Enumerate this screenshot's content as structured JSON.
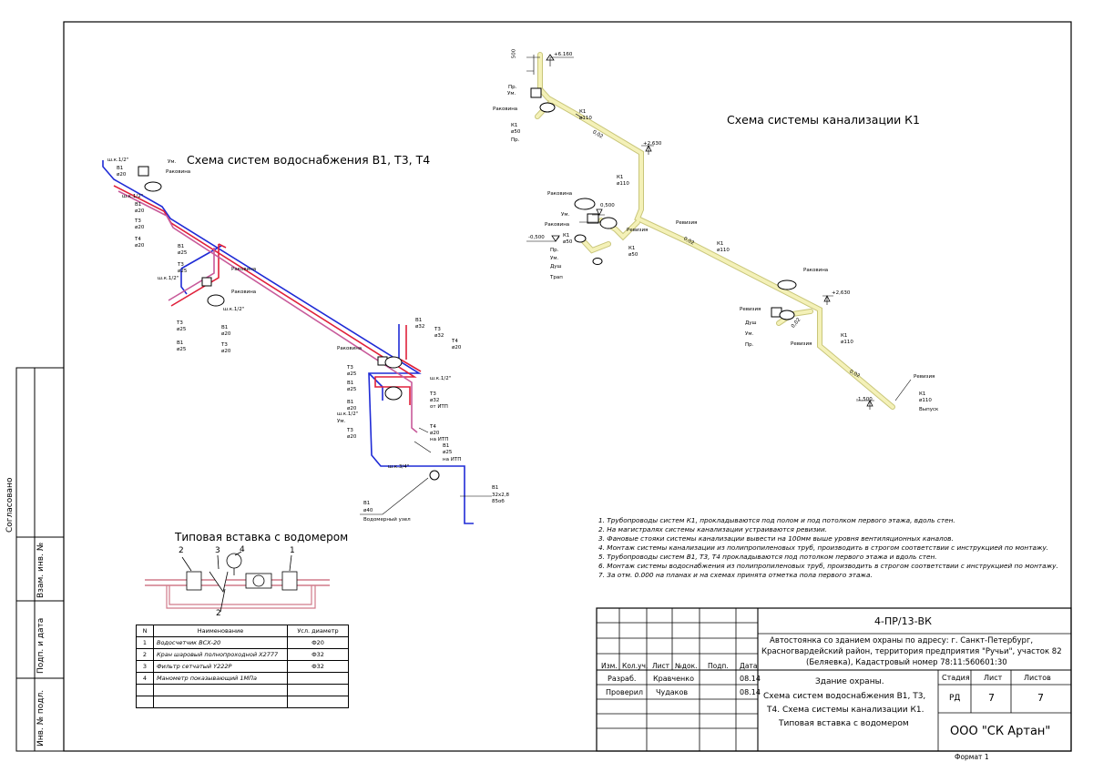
{
  "titles": {
    "water": "Схема систем водоснабжения В1, Т3, Т4",
    "sewer": "Схема системы канализации К1",
    "insert": "Типовая вставка с водомером"
  },
  "side_labels": {
    "agreed": "Согласовано",
    "replace": "Взам. инв. №",
    "sign_date": "Подп. и дата",
    "inv_orig": "Инв. № подл."
  },
  "notes": [
    "1. Трубопроводы систем К1, прокладываются под полом и под потолком первого этажа, вдоль стен.",
    "2. На магистралях системы канализации устраиваются ревизии.",
    "3. Фановые стояки системы канализации вывести на 100мм выше уровня вентиляционных каналов.",
    "4. Монтаж системы канализации из полипропиленовых труб, производить в строгом соответствии с инструкцией по монтажу.",
    "5. Трубопроводы систем В1, Т3, Т4 прокладываются под потолком первого этажа и  вдоль стен.",
    "6. Монтаж системы водоснабжения из полипропиленовых труб, производить в строгом соответствии с инструкцией по монтажу.",
    "7. За отм. 0.000 на планах и на схемах принята отметка пола первого этажа."
  ],
  "spec": {
    "headers": [
      "N",
      "Наименование",
      "Усл. диаметр"
    ],
    "rows": [
      {
        "n": "1",
        "name": "Водосчетчик ВСХ-20",
        "dia": "Ф20"
      },
      {
        "n": "2",
        "name": "Кран шаровый полнопроходной Х2777",
        "dia": "Ф32"
      },
      {
        "n": "3",
        "name": "Фильтр сетчатый Y222P",
        "dia": "Ф32"
      },
      {
        "n": "4",
        "name": "Манометр показывающий 1МПа",
        "dia": ""
      }
    ]
  },
  "insert_callouts": [
    "2",
    "3",
    "4",
    "1",
    "2"
  ],
  "stamp": {
    "code": "4-ПР/13-ВК",
    "address": [
      "Автостоянка со зданием охраны по адресу: г. Санкт-Петербург,",
      "Красногвардейский район, территория предприятия \"Ручьи\", участок 82",
      "(Беляевка), Кадастровый номер 78:11:560601:30"
    ],
    "cols": [
      "Изм.",
      "Кол.уч.",
      "Лист",
      "№док.",
      "Подп.",
      "Дата"
    ],
    "role1": "Разраб.",
    "name1": "Кравченко",
    "date1": "08.14",
    "role2": "Проверил",
    "name2": "Чудаков",
    "date2": "08.14",
    "sheet_title": [
      "Здание охраны.",
      "Схема систем водоснабжения В1, Т3,",
      "Т4. Схема системы канализации К1.",
      "Типовая вставка с водомером"
    ],
    "stage_label": "Стадия",
    "sheet_label": "Лист",
    "sheets_label": "Листов",
    "stage": "РД",
    "sheet": "7",
    "sheets": "7",
    "company": "ООО \"СК Артан\"",
    "format": "Формат 1"
  },
  "labels": {
    "lvl_6160": "+6.160",
    "lvl_2630a": "+2,630",
    "lvl_2630b": "+2,630",
    "lvl_0500": "0,500",
    "lvl_m0500": "-0,500",
    "lvl_m1500": "-1,500",
    "dim_500": "500",
    "slope": "0,02",
    "k1": "К1",
    "d110": "ø110",
    "d50": "ø50",
    "rakovina": "Раковина",
    "revizia": "Ревизия",
    "vypusk": "Выпуск",
    "b1": "В1",
    "t3": "Т3",
    "t4": "Т4",
    "d20": "ø20",
    "d25": "ø25",
    "d32": "ø32",
    "d40": "ø40",
    "shk12": "ш.к.1/2\"",
    "shk34": "ш.к.3/4\"",
    "ot_itp": "от ИТП",
    "na_itp": "на ИТП",
    "vodomer_uzel": "Водомерный узел",
    "b1_pipe": "32х2,8",
    "b1_len": "85об",
    "um": "Ум.",
    "pr": "Пр.",
    "dush": "Душ",
    "trap": "Трап"
  },
  "colors": {
    "b1": "#1f2bd6",
    "t3": "#e0203a",
    "t4": "#c85a9a",
    "k1_fill": "#f4f1b8",
    "k1_edge": "#c9c67a"
  }
}
